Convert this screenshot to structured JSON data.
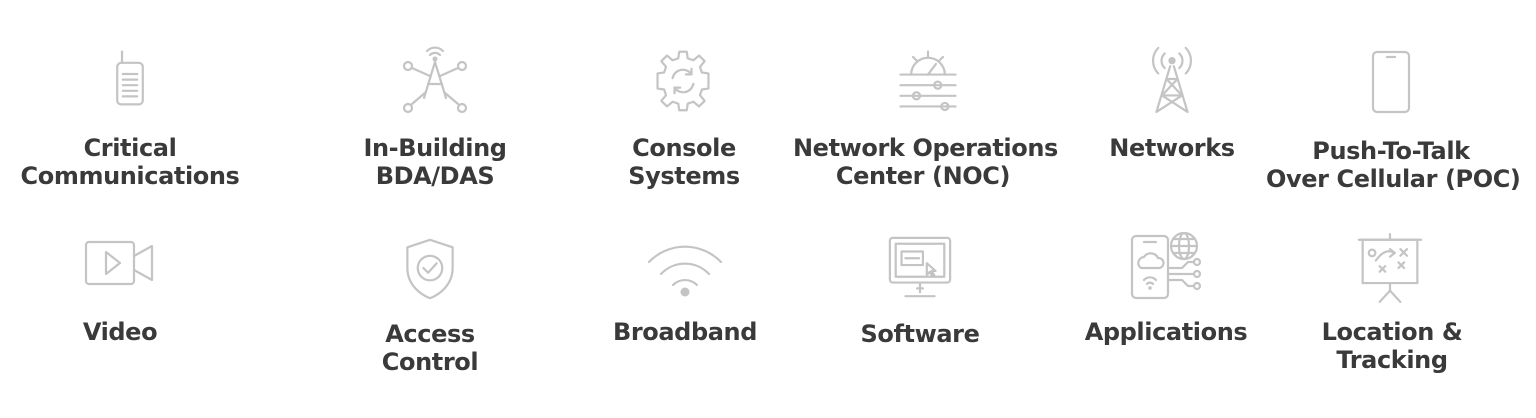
{
  "services": [
    {
      "line1": "Critical",
      "line2": "Communications",
      "icon": "radio-icon"
    },
    {
      "line1": "In-Building",
      "line2": "BDA/DAS",
      "icon": "antenna-network-icon"
    },
    {
      "line1": "Console",
      "line2": "Systems",
      "icon": "gear-sync-icon"
    },
    {
      "line1": "Network Operations",
      "line2": "Center (NOC)",
      "icon": "control-panel-icon"
    },
    {
      "line1": "Networks",
      "line2": "",
      "icon": "cell-tower-icon"
    },
    {
      "line1": "Push-To-Talk",
      "line2": "Over Cellular (POC)",
      "icon": "smartphone-icon"
    },
    {
      "line1": "Video",
      "line2": "",
      "icon": "video-camera-icon"
    },
    {
      "line1": "Access",
      "line2": "Control",
      "icon": "shield-check-icon"
    },
    {
      "line1": "Broadband",
      "line2": "",
      "icon": "wifi-icon"
    },
    {
      "line1": "Software",
      "line2": "",
      "icon": "monitor-software-icon"
    },
    {
      "line1": "Applications",
      "line2": "",
      "icon": "phone-cloud-apps-icon"
    },
    {
      "line1": "Location &",
      "line2": "Tracking",
      "icon": "strategy-board-icon"
    }
  ],
  "colors": {
    "icon": "#c4c4c4",
    "text": "#3a3a3a",
    "background": "#ffffff"
  }
}
